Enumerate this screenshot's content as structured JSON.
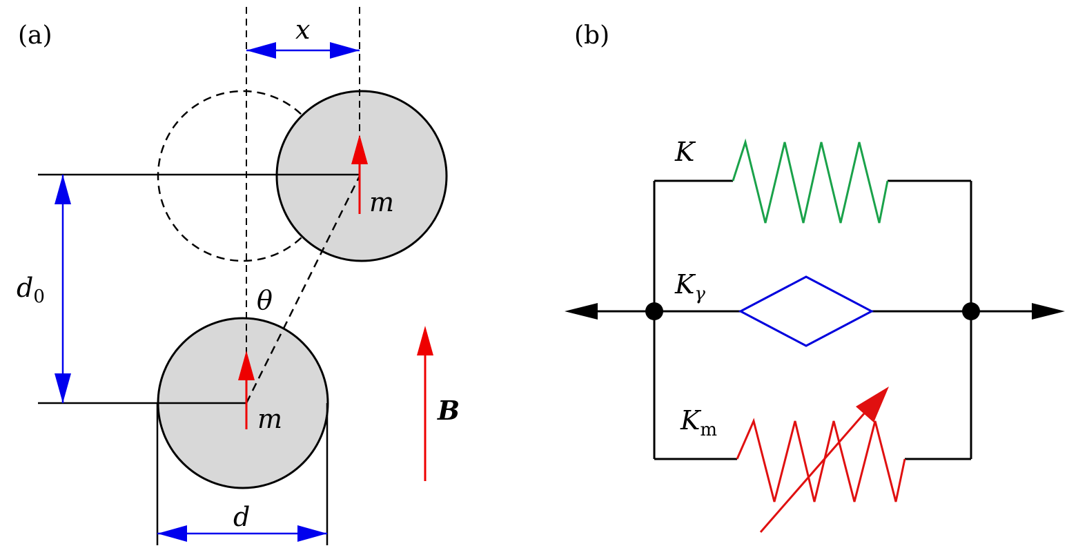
{
  "panel_a": {
    "label": "(a)",
    "x_label": "x",
    "d0_label_main": "d",
    "d0_label_sub": "0",
    "theta_label": "θ",
    "d_label": "d",
    "moment_top_label": "m",
    "moment_bottom_label": "m",
    "field_label": "B"
  },
  "panel_b": {
    "label": "(b)",
    "spring_k_label": "K",
    "damper_label_main": "K",
    "damper_label_sub": "γ",
    "spring_m_label_main": "K",
    "spring_m_label_sub": "m"
  },
  "colors": {
    "dimension_arrow": "#0000ee",
    "magnetic": "#ee0000",
    "spring_k": "#1aa24a",
    "damper": "#0000dd",
    "spring_m": "#e01010",
    "particle_fill": "#d8d8d8"
  }
}
